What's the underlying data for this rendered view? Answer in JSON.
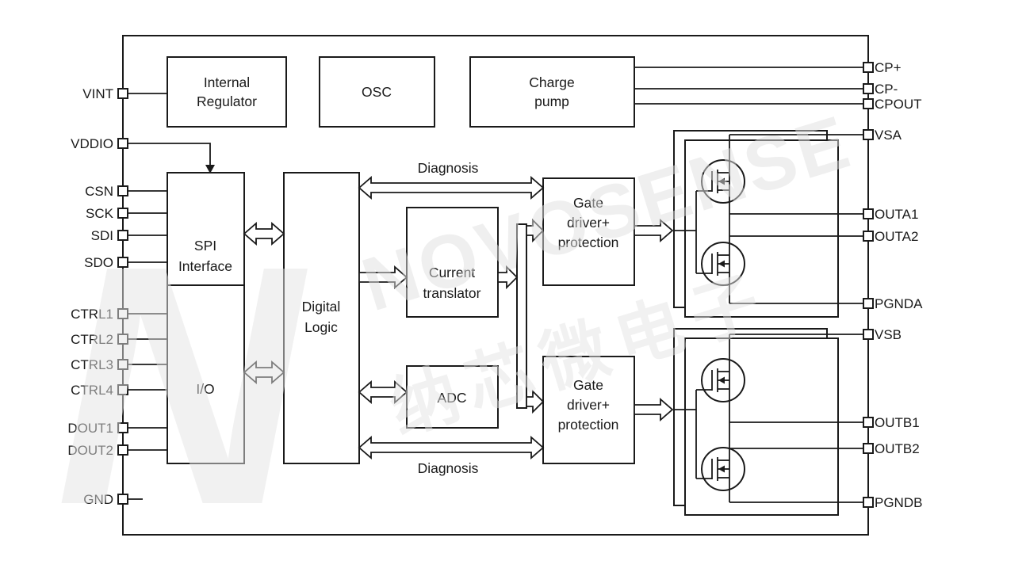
{
  "watermark": {
    "logo_letter": "N",
    "brand": "NOVOSENSE",
    "brand_cn": "纳芯微电子"
  },
  "pins": {
    "left": [
      {
        "id": "vint",
        "label": "VINT"
      },
      {
        "id": "vddio",
        "label": "VDDIO"
      },
      {
        "id": "csn",
        "label": "CSN"
      },
      {
        "id": "sck",
        "label": "SCK"
      },
      {
        "id": "sdi",
        "label": "SDI"
      },
      {
        "id": "sdo",
        "label": "SDO"
      },
      {
        "id": "ctrl1",
        "label": "CTRL1"
      },
      {
        "id": "ctrl2",
        "label": "CTRL2"
      },
      {
        "id": "ctrl3",
        "label": "CTRL3"
      },
      {
        "id": "ctrl4",
        "label": "CTRL4"
      },
      {
        "id": "dout1",
        "label": "DOUT1"
      },
      {
        "id": "dout2",
        "label": "DOUT2"
      },
      {
        "id": "gnd",
        "label": "GND"
      }
    ],
    "right": [
      {
        "id": "cp-plus",
        "label": "CP+"
      },
      {
        "id": "cp-minus",
        "label": "CP-"
      },
      {
        "id": "cpout",
        "label": "CPOUT"
      },
      {
        "id": "vsa",
        "label": "VSA"
      },
      {
        "id": "outa1",
        "label": "OUTA1"
      },
      {
        "id": "outa2",
        "label": "OUTA2"
      },
      {
        "id": "pgnda",
        "label": "PGNDA"
      },
      {
        "id": "vsb",
        "label": "VSB"
      },
      {
        "id": "outb1",
        "label": "OUTB1"
      },
      {
        "id": "outb2",
        "label": "OUTB2"
      },
      {
        "id": "pgndb",
        "label": "PGNDB"
      }
    ]
  },
  "blocks": {
    "internal_regulator": {
      "line1": "Internal",
      "line2": "Regulator"
    },
    "osc": {
      "label": "OSC"
    },
    "charge_pump": {
      "line1": "Charge",
      "line2": "pump"
    },
    "spi": {
      "line1": "SPI",
      "line2": "Interface"
    },
    "io": {
      "label": "I/O"
    },
    "digital_logic": {
      "line1": "Digital",
      "line2": "Logic"
    },
    "current_translator": {
      "line1": "Current",
      "line2": "translator"
    },
    "adc": {
      "label": "ADC"
    },
    "gate_driver_a": {
      "line1": "Gate",
      "line2": "driver+",
      "line3": "protection"
    },
    "gate_driver_b": {
      "line1": "Gate",
      "line2": "driver+",
      "line3": "protection"
    }
  },
  "labels": {
    "diagnosis_top": "Diagnosis",
    "diagnosis_bottom": "Diagnosis"
  }
}
